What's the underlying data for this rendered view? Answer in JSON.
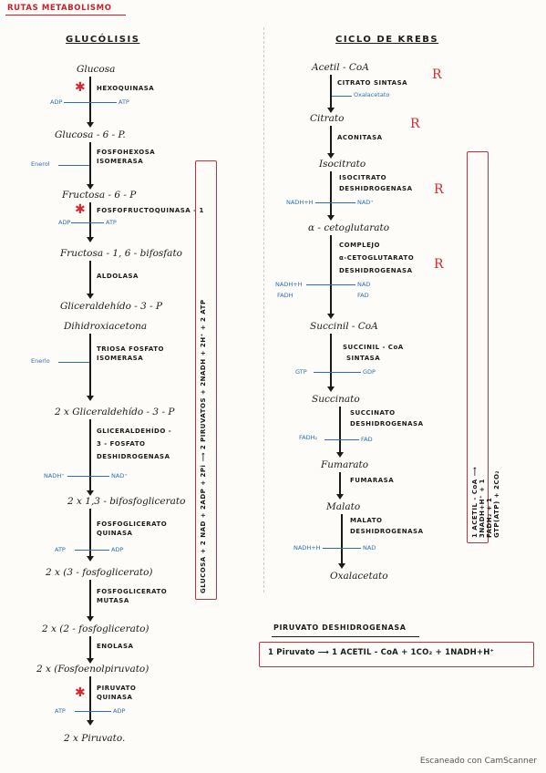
{
  "title": "RUTAS METABOLISMO",
  "glycolysis": {
    "heading": "GLUCÓLISIS",
    "metabolites": {
      "glucosa": "Glucosa",
      "g6p": "Glucosa - 6 - P.",
      "f6p": "Fructosa - 6 - P",
      "f16bp": "Fructosa - 1, 6 - bifosfato",
      "g3p": "Gliceraldehído - 3 - P",
      "dhap": "Dihidroxiacetona",
      "g3p2": "2 x Gliceraldehído - 3 - P",
      "bpg": "2 x 1,3 - bifosfoglicerato",
      "pg3": "2 x (3 - fosfoglicerato)",
      "pg2": "2 x (2 - fosfoglicerato)",
      "pep": "2 x (Fosfoenolpiruvato)",
      "pyr": "2 x Piruvato."
    },
    "enzymes": {
      "hexo": "HEXOQUINASA",
      "pgi1": "FOSFOHEXOSA",
      "pgi2": "ISOMERASA",
      "pfk": "FOSFOFRUCTOQUINASA - 1",
      "ald": "ALDOLASA",
      "tpi1": "TRIOSA FOSFATO",
      "tpi2": "ISOMERASA",
      "gapdh1": "GLICERALDEHÍDO -",
      "gapdh2": "3 - FOSFATO",
      "gapdh3": "DESHIDROGENASA",
      "pgk1": "FOSFOGLICERATO",
      "pgk2": "QUINASA",
      "pgm1": "FOSFOGLICERATO",
      "pgm2": "MUTASA",
      "eno": "ENOLASA",
      "pk1": "PIRUVATO",
      "pk2": "QUINASA"
    },
    "cofactors": {
      "adp1": "ADP",
      "atp1": "ATP",
      "enol1": "Enerol",
      "adp2": "ADP",
      "atp2": "ATP",
      "enol2": "Enerlo",
      "nadh": "NADH⁺",
      "nad": "NAD⁺",
      "atp3": "ATP",
      "adp3": "ADP",
      "atp4": "ATP",
      "adp4": "ADP"
    },
    "summary": "GLUCOSA + 2 NAD + 2ADP + 2Pi ⟶ 2 PIRUVATOS + 2NADH + 2H⁺ + 2 ATP"
  },
  "krebs": {
    "heading": "CICLO DE KREBS",
    "metabolites": {
      "acoa": "Acetil - CoA",
      "citrato": "Citrato",
      "isocitrato": "Isocitrato",
      "akg": "α - cetoglutarato",
      "succoa": "Succinil - CoA",
      "succinato": "Succinato",
      "fumarato": "Fumarato",
      "malato": "Malato",
      "oxal": "Oxalacetato"
    },
    "oxal_in": "Oxalacetato",
    "enzymes": {
      "cs": "CITRATO SINTASA",
      "aco": "ACONITASA",
      "idh1": "ISOCITRATO",
      "idh2": "DESHIDROGENASA",
      "akgdh1": "COMPLEJO",
      "akgdh2": "α-CETOGLUTARATO",
      "akgdh3": "DESHIDROGENASA",
      "scs1": "SUCCINIL - CoA",
      "scs2": "SINTASA",
      "sdh1": "SUCCINATO",
      "sdh2": "DESHIDROGENASA",
      "fum": "FUMARASA",
      "mdh1": "MALATO",
      "mdh2": "DESHIDROGENASA"
    },
    "cofactors": {
      "nadh1": "NADH+H",
      "nad1": "NAD⁺",
      "nadh2": "NADH+H",
      "nad2": "NAD",
      "fadr": "FADH",
      "fadb": "FAD",
      "gtp": "GTP",
      "gdp": "GDP",
      "fadh2": "FADH₂",
      "fad": "FAD",
      "nadh3": "NADH+H",
      "nad3": "NAD"
    },
    "marks": [
      "R",
      "R",
      "R",
      "R"
    ],
    "summary": "1 ACETIL - CoA ⟶ 3NADH+H⁺ + 1 FADH₂ + 1 GTP(ATP) + 2CO₂"
  },
  "pdh": {
    "heading": "PIRUVATO DESHIDROGENASA",
    "equation": "1 Piruvato ⟶ 1 ACETIL - CoA + 1CO₂ + 1NADH+H⁺"
  },
  "footer": "Escaneado con CamScanner",
  "colors": {
    "red": "#d42a33",
    "blue": "#2a6fb5"
  }
}
